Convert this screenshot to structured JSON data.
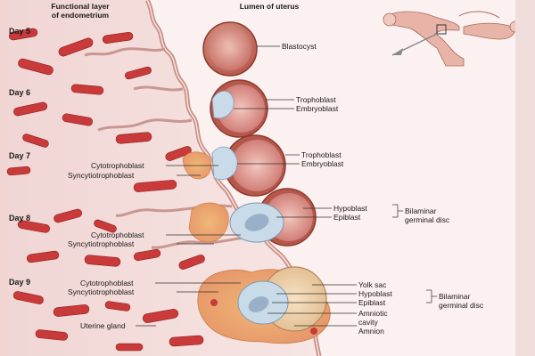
{
  "headers": {
    "functional_layer": "Functional layer\nof endometrium",
    "lumen": "Lumen of uterus"
  },
  "days": {
    "d5": "Day 5",
    "d6": "Day 6",
    "d7": "Day 7",
    "d8": "Day 8",
    "d9": "Day 9"
  },
  "labels": {
    "blastocyst": "Blastocyst",
    "d6_trophoblast": "Trophoblast",
    "d6_embryoblast": "Embryoblast",
    "d7_trophoblast": "Trophoblast",
    "d7_embryoblast": "Embryoblast",
    "d7_cytotrophoblast": "Cytotrophoblast",
    "d7_syncytiotrophoblast": "Syncytiotrophoblast",
    "d8_hypoblast": "Hypoblast",
    "d8_epiblast": "Epiblast",
    "d8_bilaminar": "Bilaminar\ngerminal disc",
    "d8_cytotrophoblast": "Cytotrophoblast",
    "d8_syncytiotrophoblast": "Syncytiotrophoblast",
    "d9_cytotrophoblast": "Cytotrophoblast",
    "d9_syncytiotrophoblast": "Syncytiotrophoblast",
    "yolk_sac": "Yolk sac",
    "d9_hypoblast": "Hypoblast",
    "d9_epiblast": "Epiblast",
    "d9_bilaminar": "Bilaminar\ngerminal disc",
    "amniotic_cavity": "Amniotic\ncavity",
    "amnion": "Amnion",
    "uterine_gland": "Uterine gland"
  },
  "colors": {
    "tissue_bg": "#f3dedd",
    "lumen_bg": "#fbf2f1",
    "vessel": "#c93a3a",
    "trophoblast": "#a8453c",
    "embryo_blue": "#c9dbe8",
    "syncytio": "#e8a266"
  }
}
